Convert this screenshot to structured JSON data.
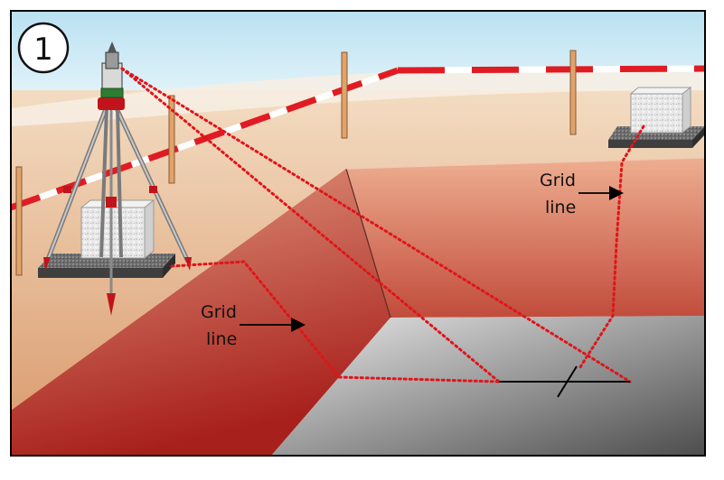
{
  "figure": {
    "step_number": "1",
    "labels": {
      "left_grid": {
        "line1": "Grid",
        "line2": "line"
      },
      "right_grid": {
        "line1": "Grid",
        "line2": "line"
      }
    },
    "colors": {
      "sky": "#cfeaf5",
      "sand": "#e3b183",
      "trench_wall": "#c25a4a",
      "trench_floor": "#9a9a9a",
      "sight_line": "#e0141a",
      "tape_red": "#e11b22",
      "stake": "#e0a36b",
      "marker_line": "#000000"
    }
  }
}
